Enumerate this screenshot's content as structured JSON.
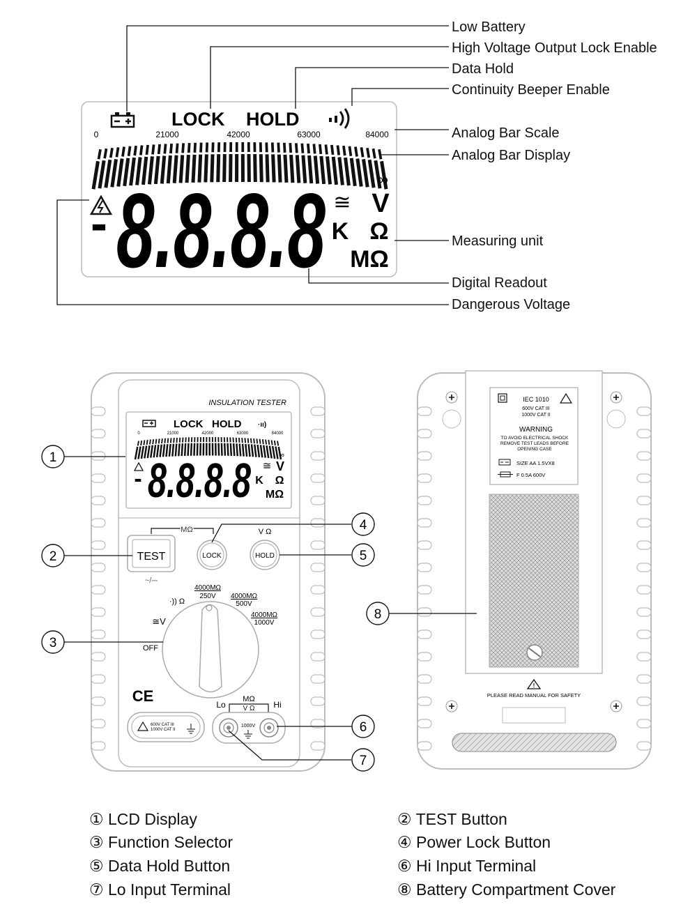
{
  "lcd": {
    "lock": "LOCK",
    "hold": "HOLD",
    "scale_ticks": [
      "0",
      "21000",
      "42000",
      "63000",
      "84000"
    ],
    "digits": "8.8.8.8",
    "minus": "-",
    "unit_v": "V",
    "unit_ohm": "Ω",
    "unit_k": "K",
    "unit_mohm": "MΩ",
    "approx_symbol": "≅",
    "infinity": "∞"
  },
  "callouts": [
    "Low Battery",
    "High Voltage Output Lock Enable",
    "Data Hold",
    "Continuity Beeper Enable",
    "Analog Bar Scale",
    "Analog Bar Display",
    "Measuring unit",
    "Digital Readout",
    "Dangerous Voltage"
  ],
  "front": {
    "title": "INSULATION TESTER",
    "test_label": "TEST",
    "lock_label": "LOCK",
    "hold_label": "HOLD",
    "mohm_label": "MΩ",
    "vohm_label": "V Ω",
    "dial": {
      "off": "OFF",
      "v": "≅V",
      "ohm": "·)) Ω",
      "r250_top": "4000MΩ",
      "r250_bot": "250V",
      "r500_top": "4000MΩ",
      "r500_bot": "500V",
      "r1000_top": "4000MΩ",
      "r1000_bot": "1000V"
    },
    "ce": "CE",
    "cat_line1": "600V  CAT  III",
    "cat_line2": "1000V  CAT  II",
    "lo": "Lo",
    "hi": "Hi",
    "term_mohm": "MΩ",
    "term_vohm": "V Ω",
    "term_1000v": "1000V",
    "acdc": "~/⎓"
  },
  "back": {
    "iec": "IEC 1010",
    "cat1": "600V CAT III",
    "cat2": "1000V CAT II",
    "warning": "WARNING",
    "warn1": "TO AVOID ELECTRICAL SHOCK",
    "warn2": "REMOVE TEST LEADS BEFORE",
    "warn3": "OPENING CASE",
    "battery": "SIZE AA 1.5VX8",
    "fuse": "F 0.5A 600V",
    "read_manual": "PLEASE READ MANUAL FOR SAFETY"
  },
  "numbers": [
    "1",
    "2",
    "3",
    "4",
    "5",
    "6",
    "7",
    "8"
  ],
  "legend": [
    "① LCD Display",
    "② TEST Button",
    "③ Function Selector",
    "④ Power Lock Button",
    "⑤ Data Hold Button",
    "⑥ Hi Input Terminal",
    "⑦ Lo Input Terminal",
    "⑧ Battery Compartment Cover"
  ]
}
